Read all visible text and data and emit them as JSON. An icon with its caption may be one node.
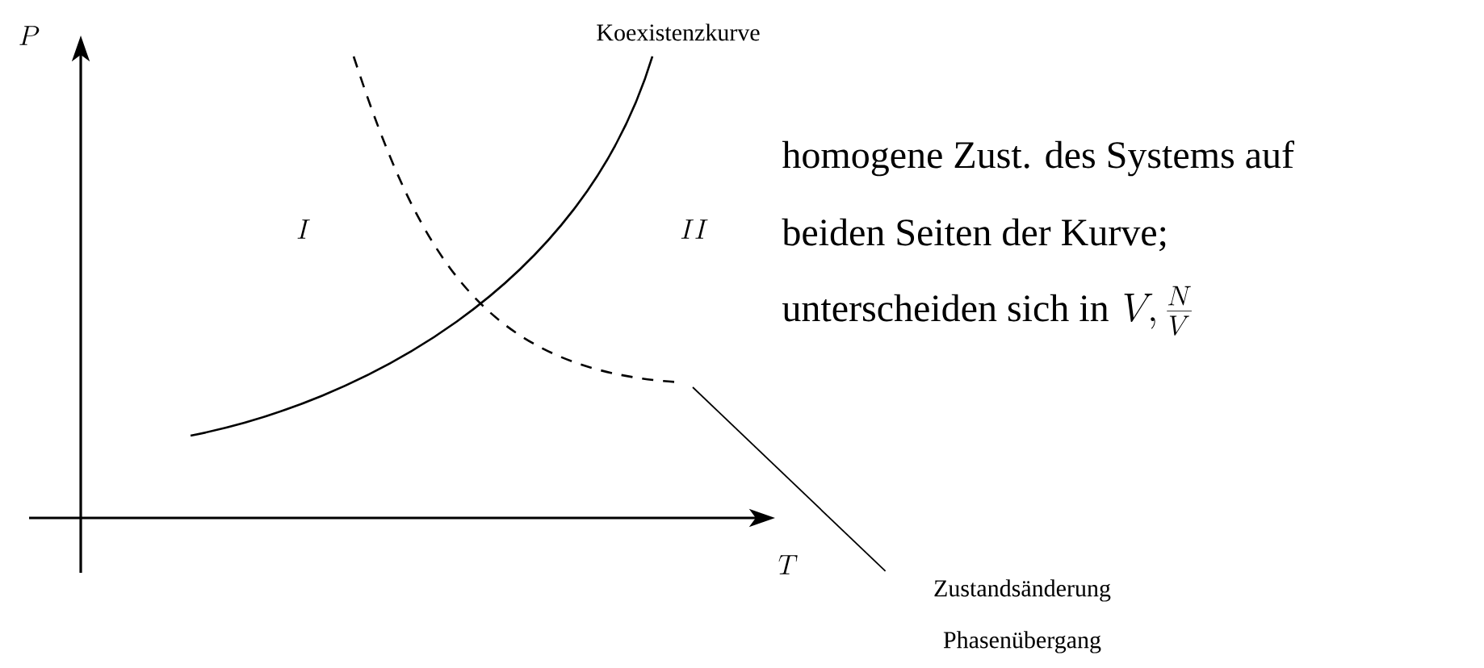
{
  "diagram": {
    "nodes": [
      {
        "text": [],
        "shape": "curve"
      },
      {
        "text": [
          "Zustandsänderung Phasenübergang"
        ]
      }
    ],
    "edges": [
      {
        "from": 1,
        "to": 0,
        "arrow": "none"
      }
    ],
    "labels": [
      "P",
      "Koexistenzkurve",
      "I",
      "II",
      "homogene Zust. des Systems auf",
      "beiden Seiten der Kurve;",
      "unterscheiden sich in",
      "V, \\frac{N}{V}",
      "T"
    ]
  }
}
